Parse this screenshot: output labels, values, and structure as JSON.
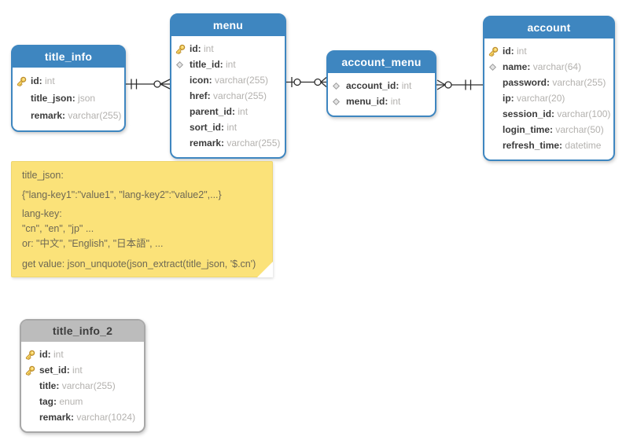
{
  "colors": {
    "table_header_blue": "#3e86c0",
    "table_border_blue": "#3e86c0",
    "table_header_gray": "#bcbcbc",
    "table_border_gray": "#a8a8a8",
    "field_name_text": "#3b3b3b",
    "field_type_text": "#b3b1ae",
    "note_background": "#fbe279",
    "note_text": "#6e6854",
    "relation_line": "#2e2e2e"
  },
  "tables": [
    {
      "name": "title_info",
      "style": "blue",
      "fields": [
        {
          "icon": "key",
          "name": "id",
          "type": "int"
        },
        {
          "icon": "none",
          "name": "title_json",
          "type": "json"
        },
        {
          "icon": "none",
          "name": "remark",
          "type": "varchar(255)"
        }
      ]
    },
    {
      "name": "menu",
      "style": "blue",
      "fields": [
        {
          "icon": "key",
          "name": "id",
          "type": "int"
        },
        {
          "icon": "diamond",
          "name": "title_id",
          "type": "int"
        },
        {
          "icon": "none",
          "name": "icon",
          "type": "varchar(255)"
        },
        {
          "icon": "none",
          "name": "href",
          "type": "varchar(255)"
        },
        {
          "icon": "none",
          "name": "parent_id",
          "type": "int"
        },
        {
          "icon": "none",
          "name": "sort_id",
          "type": "int"
        },
        {
          "icon": "none",
          "name": "remark",
          "type": "varchar(255)"
        }
      ]
    },
    {
      "name": "account_menu",
      "style": "blue",
      "fields": [
        {
          "icon": "diamond",
          "name": "account_id",
          "type": "int"
        },
        {
          "icon": "diamond",
          "name": "menu_id",
          "type": "int"
        }
      ]
    },
    {
      "name": "account",
      "style": "blue",
      "fields": [
        {
          "icon": "key",
          "name": "id",
          "type": "int"
        },
        {
          "icon": "diamond",
          "name": "name",
          "type": "varchar(64)"
        },
        {
          "icon": "none",
          "name": "password",
          "type": "varchar(255)"
        },
        {
          "icon": "none",
          "name": "ip",
          "type": "varchar(20)"
        },
        {
          "icon": "none",
          "name": "session_id",
          "type": "varchar(100)"
        },
        {
          "icon": "none",
          "name": "login_time",
          "type": "varchar(50)"
        },
        {
          "icon": "none",
          "name": "refresh_time",
          "type": "datetime"
        }
      ]
    },
    {
      "name": "title_info_2",
      "style": "gray",
      "fields": [
        {
          "icon": "key",
          "name": "id",
          "type": "int"
        },
        {
          "icon": "key",
          "name": "set_id",
          "type": "int"
        },
        {
          "icon": "none",
          "name": "title",
          "type": "varchar(255)"
        },
        {
          "icon": "none",
          "name": "tag",
          "type": "enum"
        },
        {
          "icon": "none",
          "name": "remark",
          "type": "varchar(1024)"
        }
      ]
    }
  ],
  "note": {
    "lines": [
      "title_json:",
      "{\"lang-key1\":\"value1\", \"lang-key2\":\"value2\",...}",
      "lang-key:",
      "\"cn\", \"en\", \"jp\" ...",
      "or: \"中文\", \"English\", \"日本語\", ...",
      "get value: json_unquote(json_extract(title_json, '$.cn')"
    ]
  },
  "relations": [
    {
      "from": "title_info",
      "to": "menu",
      "from_cardinality": "one-and-only-one",
      "to_cardinality": "zero-or-many"
    },
    {
      "from": "menu",
      "to": "account_menu",
      "from_cardinality": "zero-or-one",
      "to_cardinality": "zero-or-many"
    },
    {
      "from": "account_menu",
      "to": "account",
      "from_cardinality": "zero-or-many",
      "to_cardinality": "one-and-only-one"
    }
  ]
}
